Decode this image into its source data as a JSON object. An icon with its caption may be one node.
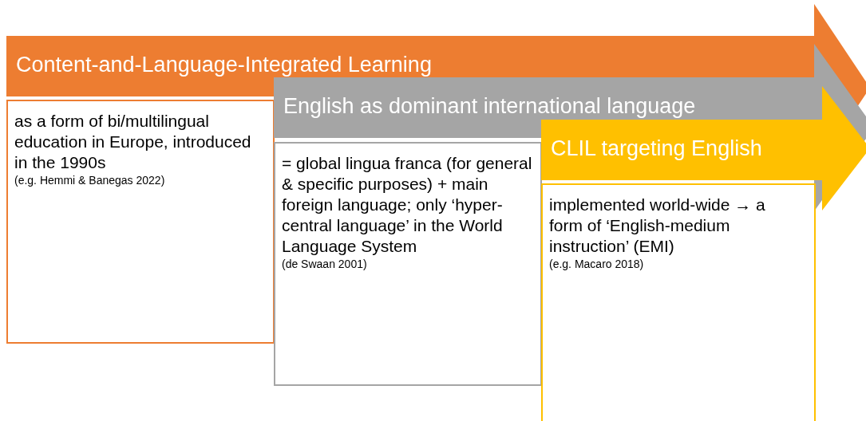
{
  "diagram": {
    "nodes": [
      {
        "text": [
          "Content-and-Language-Integrated Learning"
        ]
      },
      {
        "text": [
          "as a form of bi/multilingual education in Europe, introduced in the 1990s",
          "(e.g. Hemmi & Banegas 2022)"
        ]
      },
      {
        "text": [
          "English as dominant international language"
        ]
      },
      {
        "text": [
          "= global lingua franca (for general & specific purposes) + main foreign language; only ‘hyper-central language’ in the World Language System",
          "(de Swaan 2001)"
        ]
      },
      {
        "text": [
          "CLIL targeting English"
        ]
      },
      {
        "text": [
          "implemented world-wide → a form of ‘English-medium instruction’ (EMI)",
          "(e.g. Macaro 2018)"
        ]
      }
    ]
  }
}
